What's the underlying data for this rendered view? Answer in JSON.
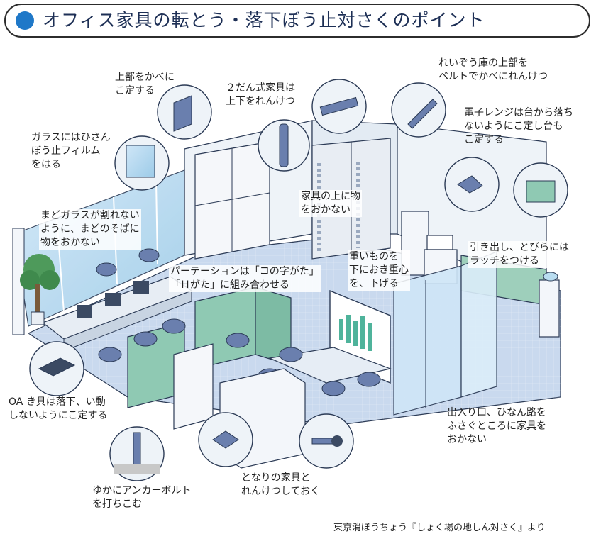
{
  "title": "オフィス家具の転とう・落下ぼう止対さくのポイント",
  "colors": {
    "accent": "#1f78c8",
    "floor": "#c9d9ee",
    "wall": "#eef3f8",
    "partition": "#8fc9b3",
    "line": "#2b3a55"
  },
  "labels": {
    "wall_fix": [
      "上部をかべに",
      "こ定する"
    ],
    "two_tier": [
      "２だん式家具は",
      "上下をれんけつ"
    ],
    "fridge": [
      "れいぞう庫の上部を",
      "ベルトでかべにれんけつ"
    ],
    "microwave": [
      "電子レンジは台から落ち",
      "ないようにこ定し台も",
      "こ定する"
    ],
    "glass_film": [
      "ガラスにはひさん",
      "ぼう止フィルム",
      "をはる"
    ],
    "window": [
      "まどガラスが割れない",
      "ように、まどのそばに",
      "物をおかない"
    ],
    "on_top": [
      "家具の上に物",
      "をおかない"
    ],
    "heavy": [
      "重いものを",
      "下におき重心",
      "を、下げる"
    ],
    "drawer": [
      "引き出し、とびらには",
      "ラッチをつける"
    ],
    "partition": [
      "パーテーションは「コの字がた」",
      "「Ｈがた」に組み合わせる"
    ],
    "oa": [
      "OA き具は落下、い動",
      "しないようにこ定する"
    ],
    "exit": [
      "出入り口、ひなん路を",
      "ふさぐところに家具を",
      "おかない"
    ],
    "anchor": [
      "ゆかにアンカーボルト",
      "を打ちこむ"
    ],
    "connect": [
      "となりの家具と",
      "れんけつしておく"
    ]
  },
  "icons": [
    "wall-bracket-icon",
    "connector-plate-icon",
    "flat-bracket-icon",
    "fridge-belt-icon",
    "microwave-fix-icon",
    "shelf-latch-icon",
    "glass-film-icon",
    "oa-fix-icon",
    "anchor-bolt-icon",
    "cross-plate-icon",
    "bolt-nut-icon"
  ],
  "source": "東京消ぼうちょう『しょく場の地しん対さく』より"
}
